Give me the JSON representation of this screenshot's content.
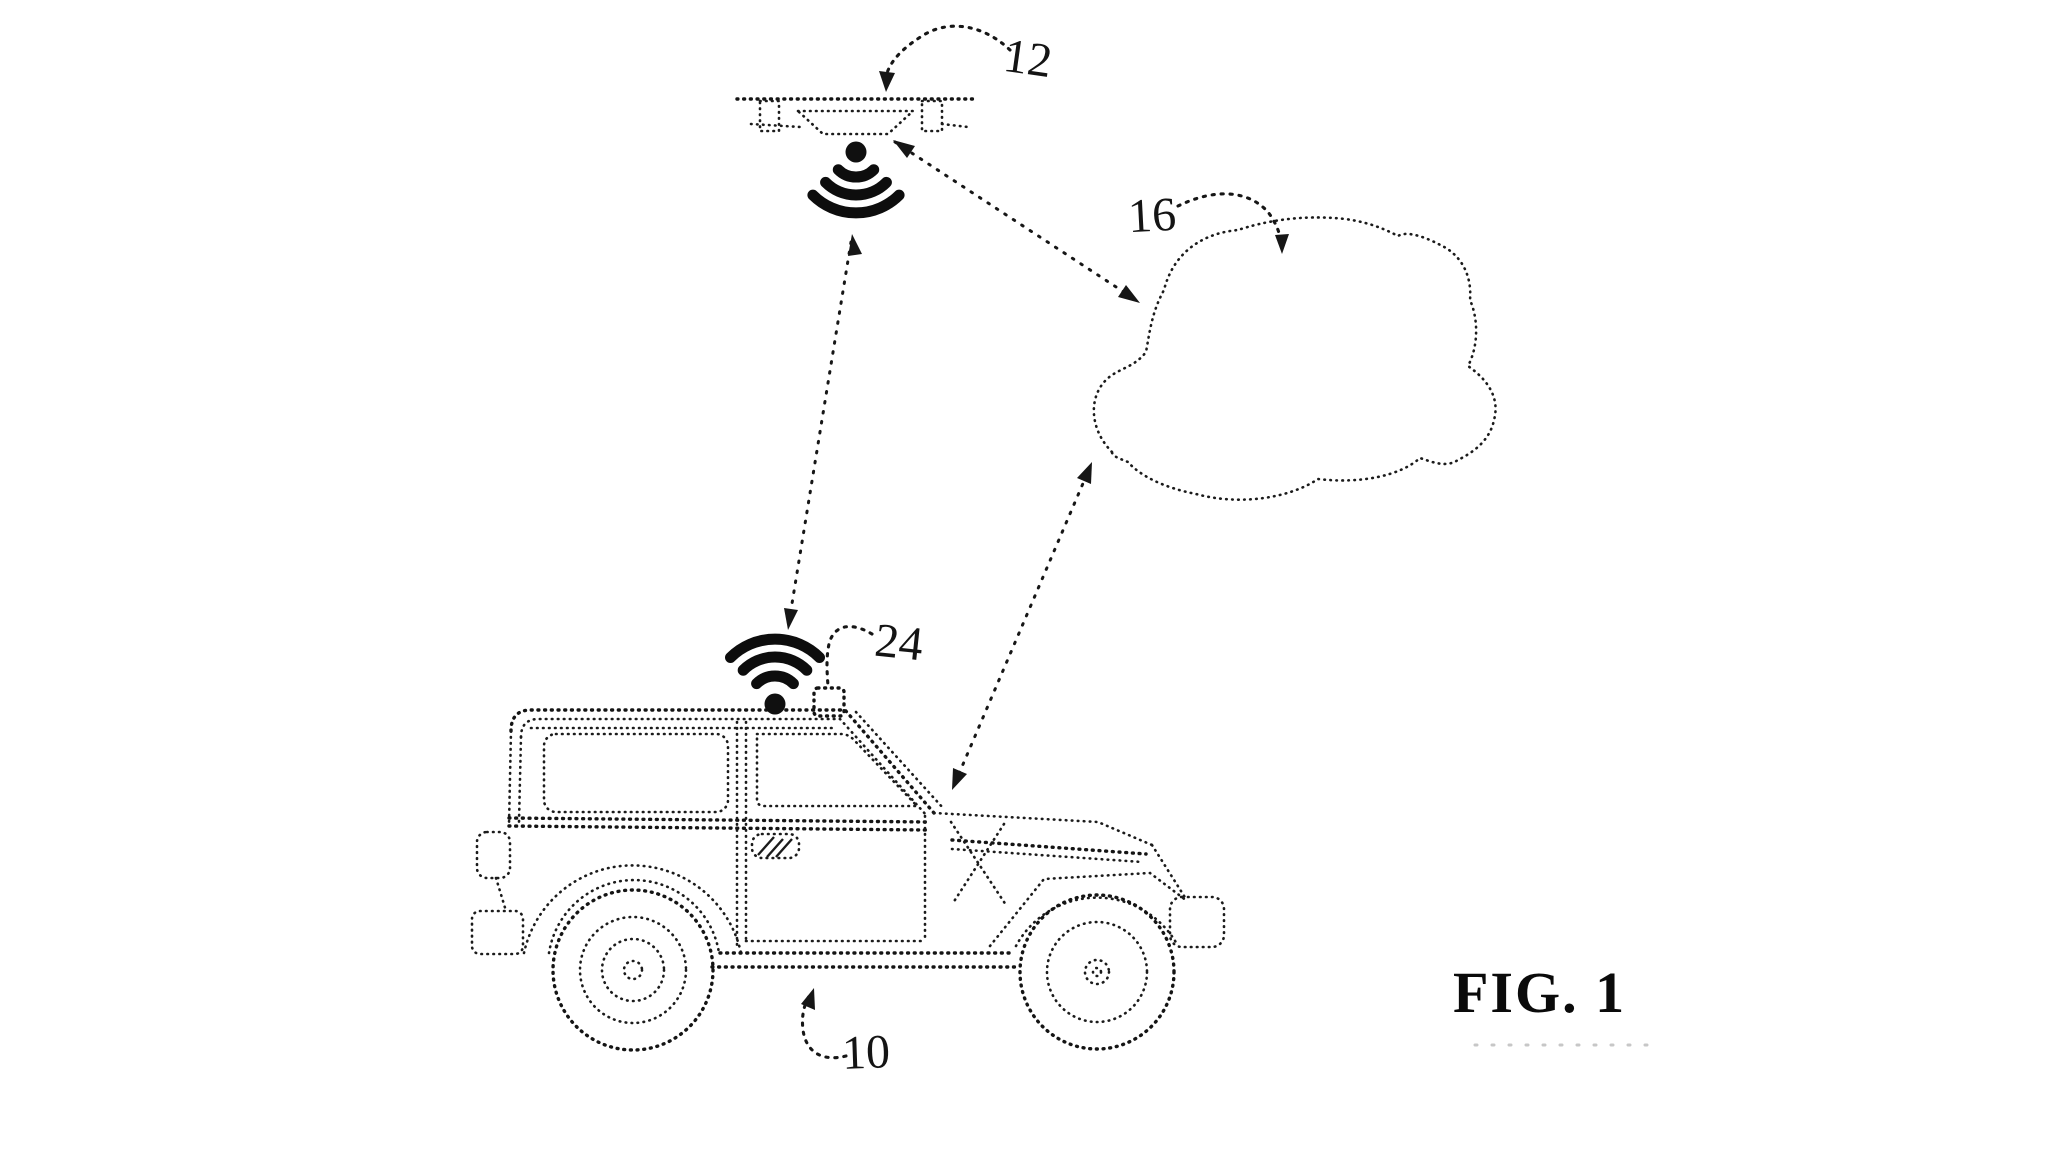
{
  "figure": {
    "caption": "FIG. 1"
  },
  "labels": {
    "drone": "12",
    "cloud": "16",
    "antenna": "24",
    "vehicle": "10"
  },
  "entities": [
    {
      "id": "drone",
      "ref": "12",
      "kind": "quadcopter drone with downward wireless-signal icon"
    },
    {
      "id": "cloud",
      "ref": "16",
      "kind": "cloud outline (network)"
    },
    {
      "id": "antenna",
      "ref": "24",
      "kind": "roof-mounted antenna box on vehicle"
    },
    {
      "id": "vehicle",
      "ref": "10",
      "kind": "off-road SUV side view with upward wireless-signal icon"
    }
  ],
  "links": [
    {
      "from": "drone",
      "to": "vehicle",
      "style": "dotted line, arrowheads both ends"
    },
    {
      "from": "drone",
      "to": "cloud",
      "style": "dotted line, arrowheads both ends"
    },
    {
      "from": "vehicle",
      "to": "cloud",
      "style": "dotted line, arrowheads both ends"
    }
  ],
  "icons": {
    "drone_signal": "wifi-signal-down-icon",
    "vehicle_signal": "wifi-signal-up-icon"
  },
  "colors": {
    "ink": "#161616",
    "background": "#ffffff",
    "faint_line": "#c7c7c7"
  }
}
